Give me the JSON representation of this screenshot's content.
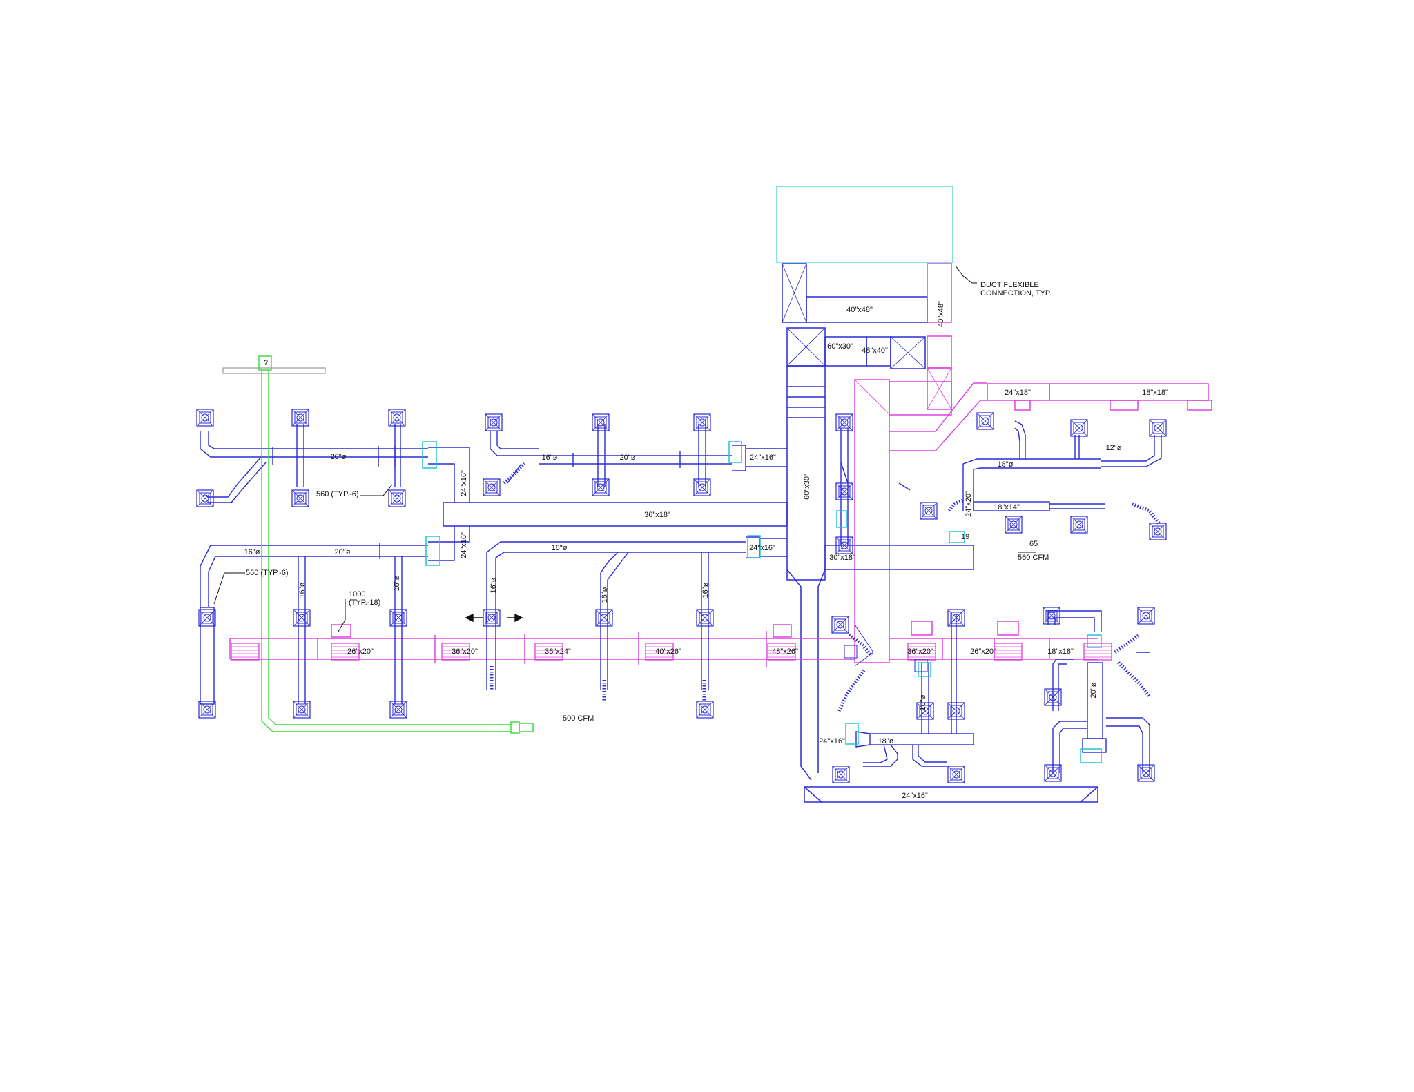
{
  "colors": {
    "supply": "#2a2ad8",
    "return": "#e040e0",
    "unit": "#5fd6d6",
    "exhaust": "#33dd33",
    "accessory": "#22c4d8",
    "text": "#111111"
  },
  "unit": {
    "mark": "?"
  },
  "notes": {
    "flex_connection_line1": "DUCT FLEXIBLE",
    "flex_connection_line2": "CONNECTION, TYP.",
    "cfm_560_a": "560 (TYP.-6)",
    "cfm_560_b": "560 (TYP.-6)",
    "cfm_1000_line1": "1000",
    "cfm_1000_line2": "(TYP.-18)",
    "cfm_500": "500 CFM",
    "cfm_65": "65",
    "cfm_560_c": "560 CFM",
    "tag_19": "19"
  },
  "labels": {
    "d40x48_h": "40\"x48\"",
    "d40x48_v": "40\"x48\"",
    "d60x30_a": "60\"x30\"",
    "d48x40": "48\"x40\"",
    "d60x30_v": "60\"x30\"",
    "d24x18": "24\"x18\"",
    "d18x18_top": "18\"x18\"",
    "d12dia": "12\"ø",
    "d18dia_r": "18\"ø",
    "d24x20_v": "24\"x20\"",
    "d18x14": "18\"x14\"",
    "d20dia_l1": "20\"ø",
    "d24x16_v1": "24\"x16\"",
    "d36x18": "36\"x18\"",
    "d16dia_m1": "16\"ø",
    "d20dia_m1": "20\"ø",
    "d24x16_h1": "24\"x16\"",
    "d16dia_l2": "16\"ø",
    "d20dia_l2": "20\"ø",
    "d24x16_v2": "24\"x16\"",
    "d16dia_m2": "16\"ø",
    "d24x16_h2": "24\"x16\"",
    "d30x18": "30\"x18\"",
    "d16dia_v1": "16\"ø",
    "d16dia_v2": "16\"ø",
    "d16dia_v3": "16\"ø",
    "d16dia_v4": "16\"ø",
    "d16dia_v5": "16\"ø",
    "d26x20_l": "26\"x20\"",
    "d36x20_l": "36\"x20\"",
    "d36x24": "36\"x24\"",
    "d40x26": "40\"x26\"",
    "d48x26": "48\"x26\"",
    "d36x20_r": "36\"x20\"",
    "d26x20_r": "26\"x20\"",
    "d18x18_low": "18\"x18\"",
    "d20dia_v": "20\"ø",
    "d16dia_v6": "16\"ø",
    "d24x16_low": "24\"x16\"",
    "d18dia_low": "18\"ø",
    "d24x16_bottom": "24\"x16\""
  }
}
